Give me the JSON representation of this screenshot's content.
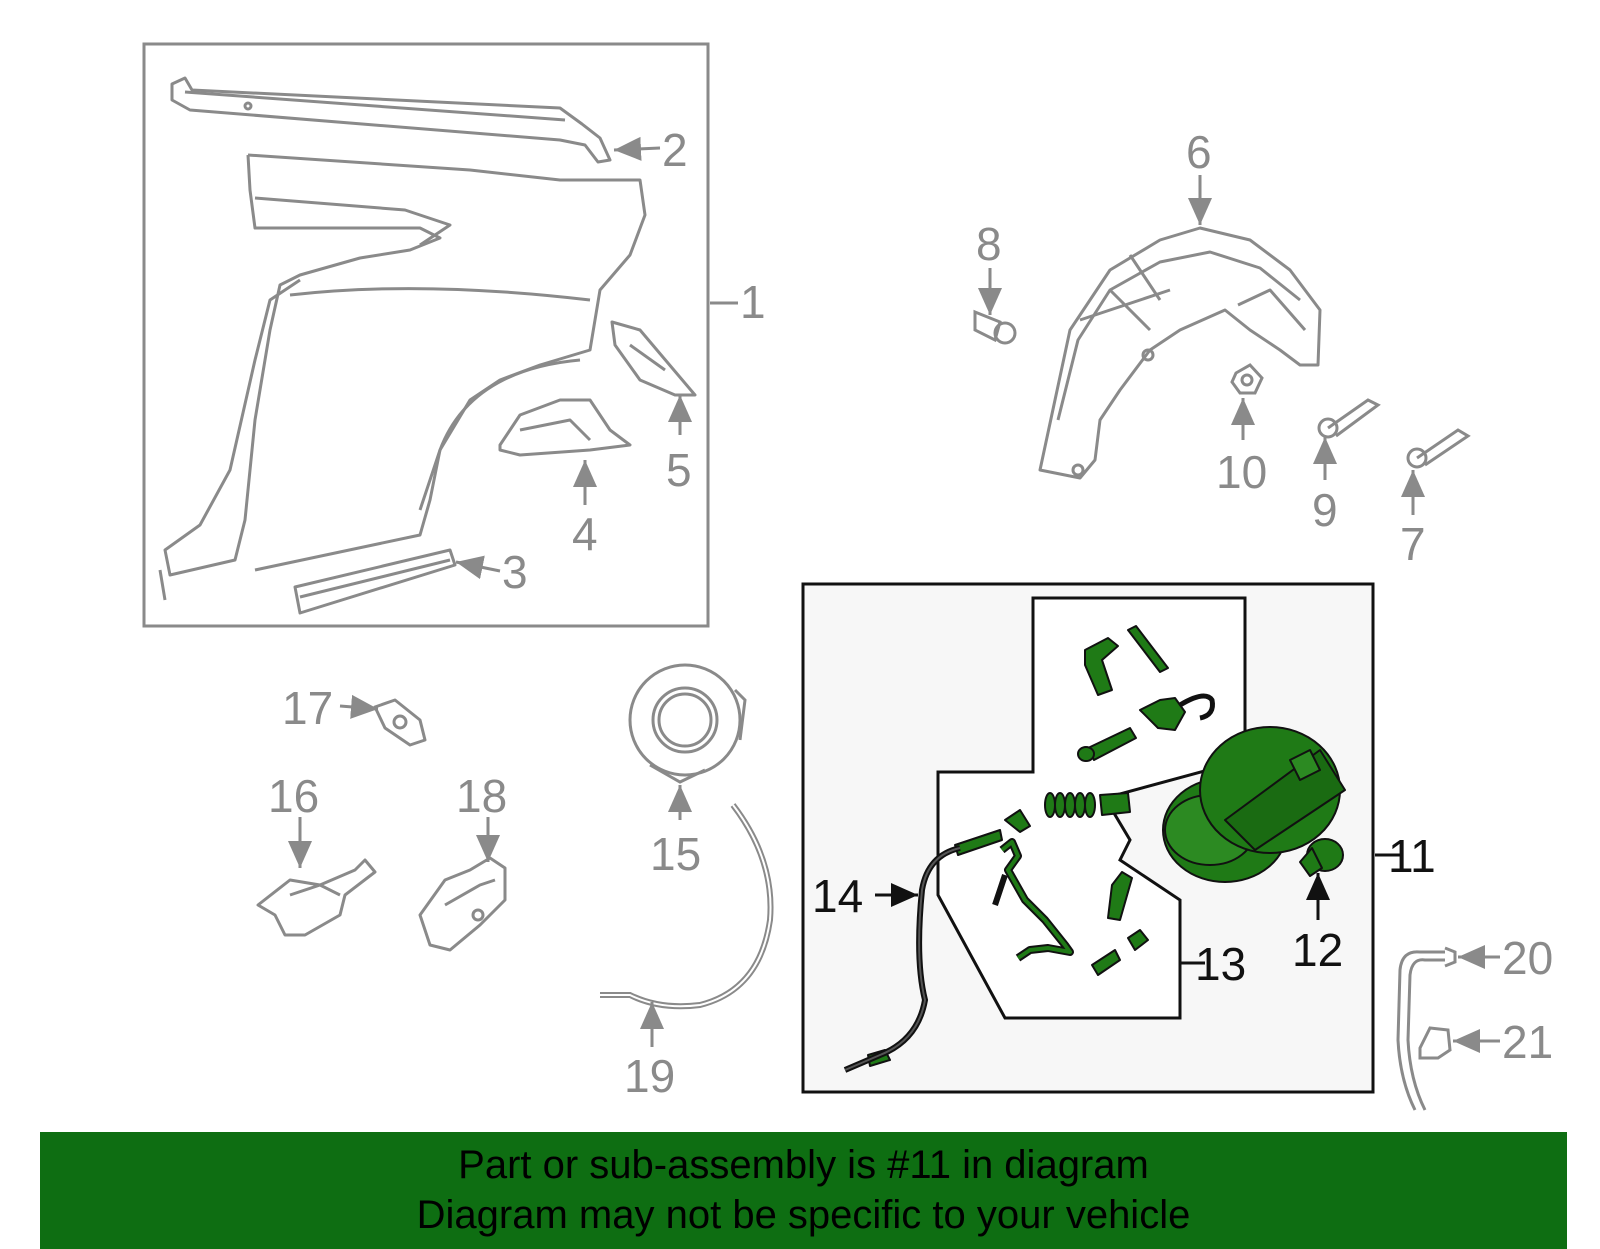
{
  "callouts": {
    "c1": "1",
    "c2": "2",
    "c3": "3",
    "c4": "4",
    "c5": "5",
    "c6": "6",
    "c7": "7",
    "c8": "8",
    "c9": "9",
    "c10": "10",
    "c11": "11",
    "c12": "12",
    "c13": "13",
    "c14": "14",
    "c15": "15",
    "c16": "16",
    "c17": "17",
    "c18": "18",
    "c19": "19",
    "c20": "20",
    "c21": "21"
  },
  "banner": {
    "line1": "Part or sub-assembly is #11 in diagram",
    "line2": "Diagram may not be specific to your vehicle"
  },
  "colors": {
    "banner_bg": "#0e6e12",
    "highlight_part": "#1f7a16",
    "grey_line": "#8a8a8a"
  }
}
